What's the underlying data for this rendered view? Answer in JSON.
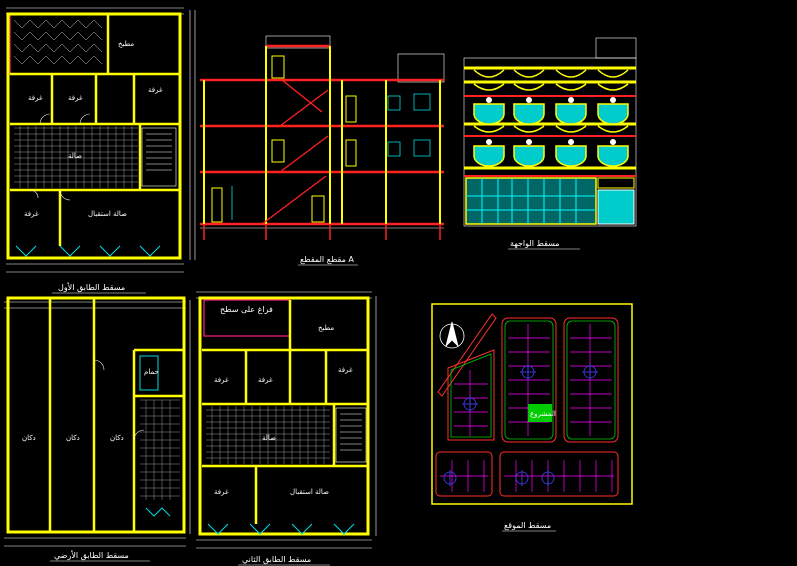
{
  "colors": {
    "background": "#000000",
    "wall": "#ffff00",
    "slab": "#ff2020",
    "dim": "#ffffff",
    "glass": "#00d6d6",
    "parcel_border": "#ff3030",
    "parcel_lots": "#ff00ff",
    "parcel_green": "#00c000"
  },
  "sheets": {
    "first_floor": {
      "title": "مسقط الطابق الأول",
      "rooms": [
        "غرفة",
        "غرفة",
        "صالة",
        "مطبخ",
        "غرفة",
        "غرفة",
        "صالة استقبال"
      ]
    },
    "section": {
      "title": "مقطع المقطع A"
    },
    "facade": {
      "title": "مسقط الواجهة"
    },
    "ground_floor": {
      "title": "مسقط الطابق الأرضي",
      "rooms": [
        "دكان",
        "دكان",
        "دكان",
        "حمام"
      ]
    },
    "typical_floor": {
      "title": "مسقط الطابق الثاني",
      "roof_note": "فراغ على سطح",
      "rooms": [
        "غرفة",
        "غرفة",
        "صالة",
        "مطبخ",
        "غرفة",
        "غرفة",
        "صالة استقبال"
      ]
    },
    "site": {
      "title": "مسقط الموقع",
      "highlight": "المشروع"
    }
  }
}
